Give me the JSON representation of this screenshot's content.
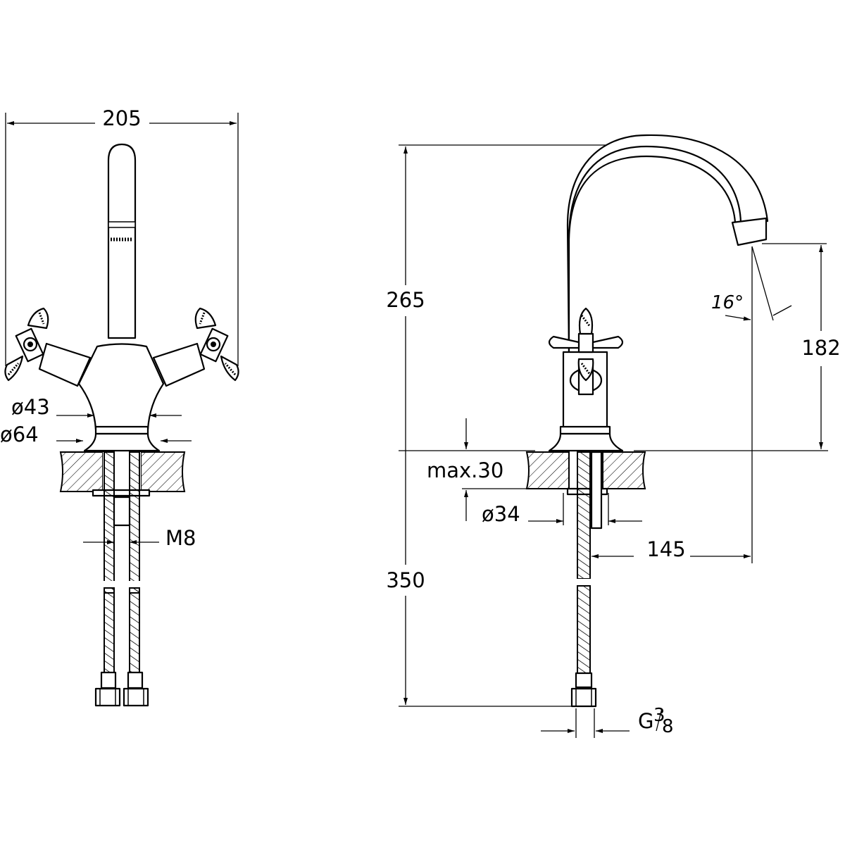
{
  "front_view": {
    "width": "205",
    "dia_43": "ø43",
    "dia_64": "ø64",
    "thread": "M8"
  },
  "side_view": {
    "height_total": "265",
    "height_outlet": "182",
    "angle": "16°",
    "max_deck": "max.30",
    "hole_dia": "ø34",
    "reach": "145",
    "hose_length": "350",
    "connection": "G3/8",
    "connection_main": "G",
    "connection_num": "3",
    "connection_den": "8"
  }
}
